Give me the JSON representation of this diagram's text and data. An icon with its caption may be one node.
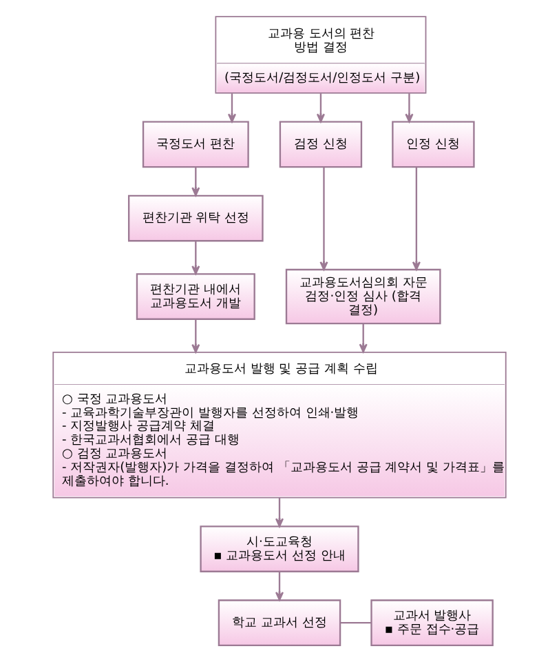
{
  "diagram": {
    "nodes": [
      {
        "text": [
          "교과용 도서의 편찬 방법 결정",
          "(국정도서/검정도서/인정도서 구분)"
        ]
      },
      {
        "text": [
          "국정도서 편찬"
        ]
      },
      {
        "text": [
          "검정 신청"
        ]
      },
      {
        "text": [
          "인정 신청"
        ]
      },
      {
        "text": [
          "편찬기관 위탁 선정"
        ]
      },
      {
        "text": [
          "편찬기관 내에서 교과용도서 개발"
        ]
      },
      {
        "text": [
          "교과용도서심의회 자문 검정·인정 심사 (합격 결정)"
        ]
      },
      {
        "text": [
          "교과용도서 발행 및 공급 계획 수립",
          "○ 국정 교과용도서",
          "- 교육과학기술부장관이 발행자를 선정하여 인쇄·발행",
          "- 지정발행사 공급계약 체결",
          "- 한국교과서협회에서 공급 대행",
          "○ 검정 교과용도서",
          "- 저작권자(발행자)가 가격을 결정하여 「교과용도서 공급 계약서 및 가격표」를 제출하여야 합니다."
        ]
      },
      {
        "text": [
          "시·도교육청",
          "▪ 교과용도서 선정 안내"
        ]
      },
      {
        "text": [
          "학교 교과서 선정"
        ]
      },
      {
        "text": [
          "교과서 발행사",
          "▪ 주문 접수·공급"
        ]
      }
    ],
    "edges": [
      {
        "from": 0,
        "to": 1,
        "arrow": "to"
      },
      {
        "from": 0,
        "to": 2,
        "arrow": "to"
      },
      {
        "from": 0,
        "to": 3,
        "arrow": "to"
      },
      {
        "from": 1,
        "to": 4,
        "arrow": "to"
      },
      {
        "from": 4,
        "to": 5,
        "arrow": "to"
      },
      {
        "from": 2,
        "to": 6,
        "arrow": "to"
      },
      {
        "from": 3,
        "to": 6,
        "arrow": "to"
      },
      {
        "from": 5,
        "to": 7,
        "arrow": "to"
      },
      {
        "from": 6,
        "to": 7,
        "arrow": "to"
      },
      {
        "from": 7,
        "to": 8,
        "arrow": "to"
      },
      {
        "from": 8,
        "to": 9,
        "arrow": "to"
      },
      {
        "from": 9,
        "to": 10,
        "arrow": "none"
      }
    ]
  }
}
